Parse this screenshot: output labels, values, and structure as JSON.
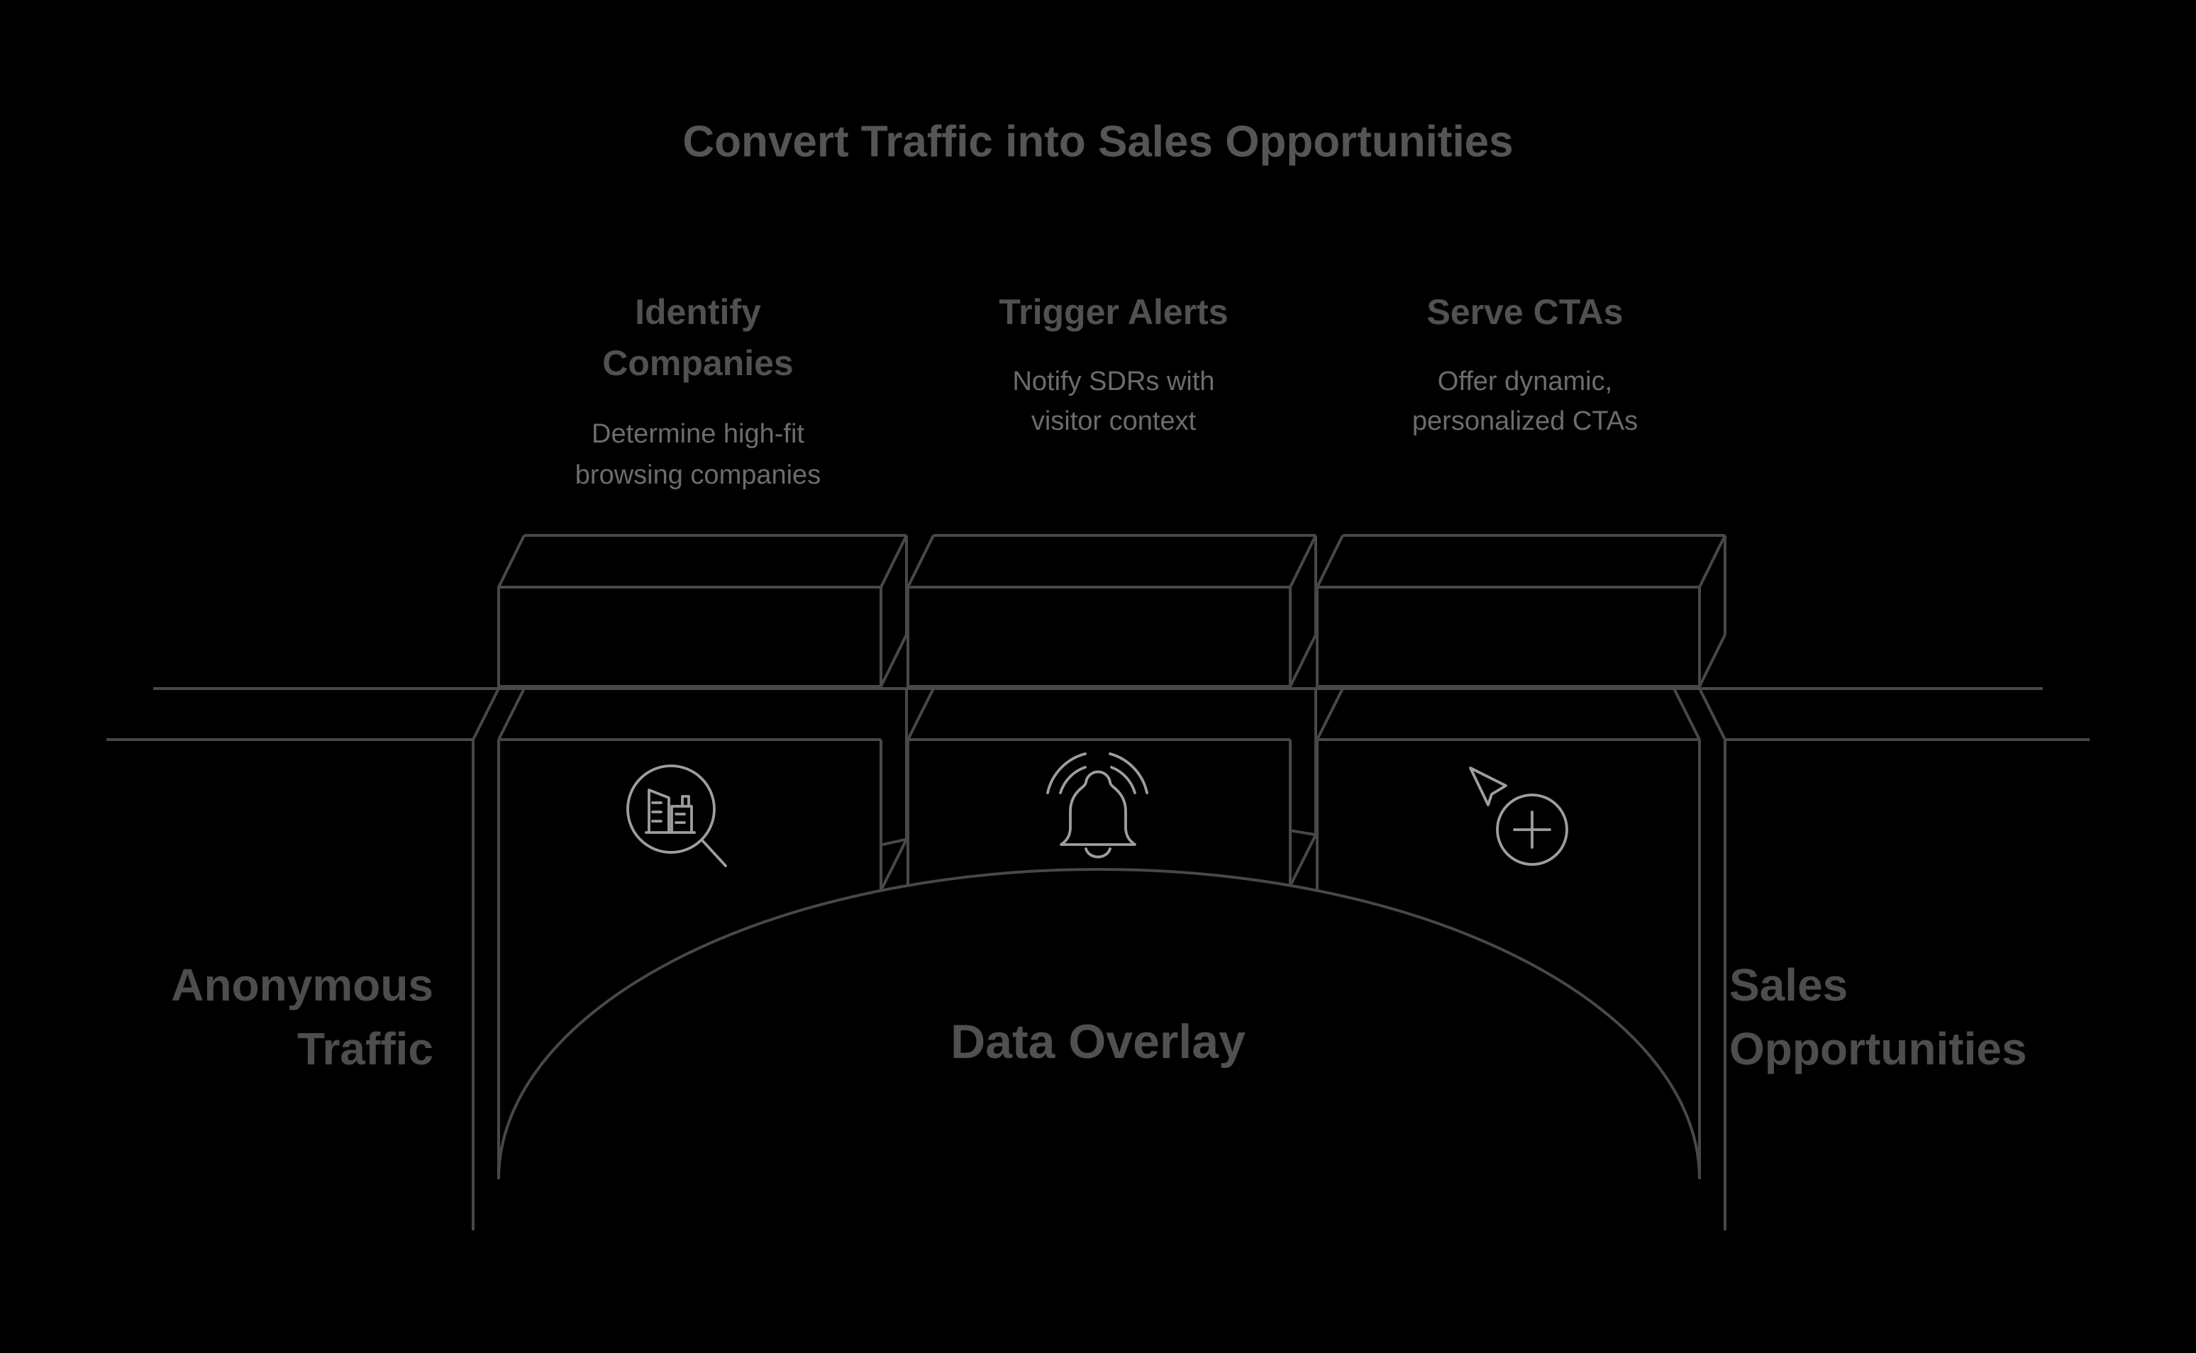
{
  "title": "Convert Traffic into Sales Opportunities",
  "columns": [
    {
      "heading": [
        "Identify",
        "Companies"
      ],
      "description": [
        "Determine high-fit",
        "browsing companies"
      ],
      "icon": "building-search-icon"
    },
    {
      "heading": [
        "Trigger Alerts"
      ],
      "description": [
        "Notify SDRs with",
        "visitor context"
      ],
      "icon": "ringing-bell-icon"
    },
    {
      "heading": [
        "Serve CTAs"
      ],
      "description": [
        "Offer dynamic,",
        "personalized CTAs"
      ],
      "icon": "cursor-plus-icon"
    }
  ],
  "left_label": [
    "Anonymous",
    "Traffic"
  ],
  "right_label": [
    "Sales",
    "Opportunities"
  ],
  "center_label": "Data Overlay",
  "colors": {
    "background": "#000000",
    "title": "#555555",
    "heading": "#515151",
    "description": "#6c6c6c",
    "side_label": "#4d4d4d",
    "center_label": "#505050",
    "structure_line": "#484848",
    "icon_line": "#9e9e9e"
  }
}
